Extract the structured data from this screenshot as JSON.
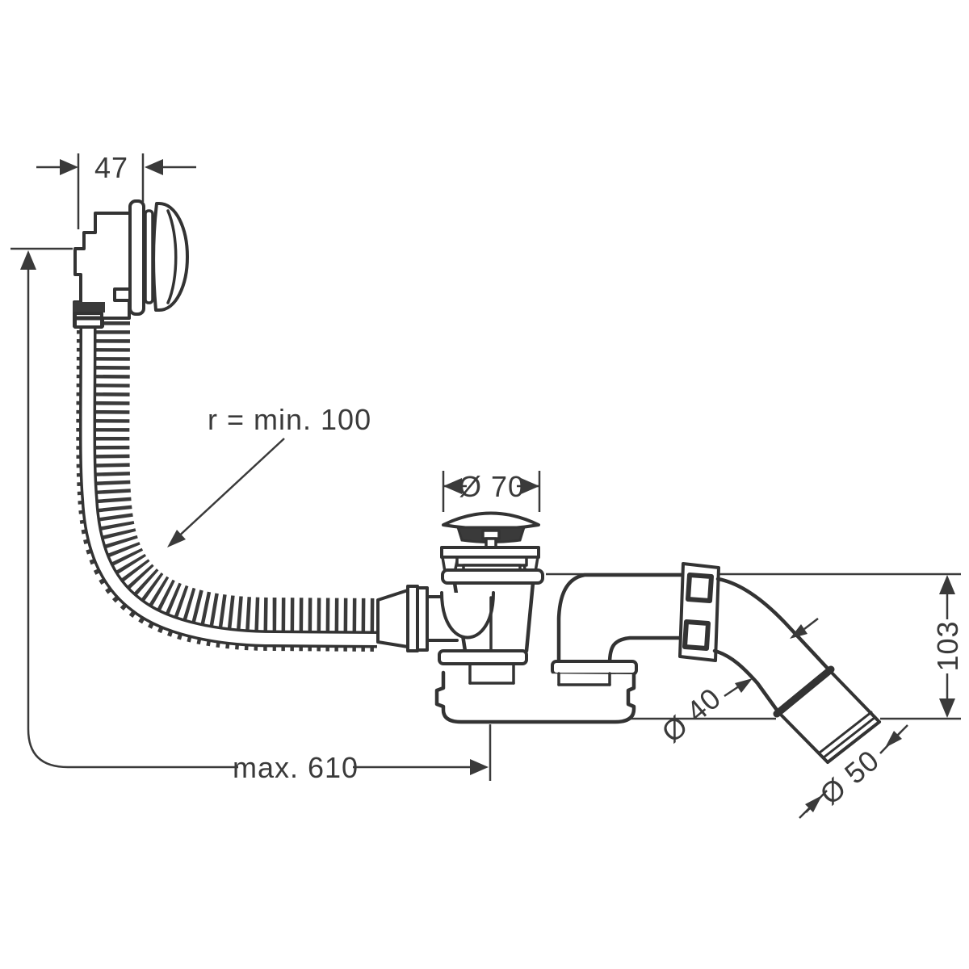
{
  "diagram": {
    "kind": "technical-line-drawing",
    "colors": {
      "line": "#333333",
      "background": "#ffffff",
      "label": "#3a3a3a"
    },
    "dimensions": {
      "overflow_depth": "47",
      "hose_bend_radius": "r = min. 100",
      "plug_diameter": "Ø 70",
      "outlet_height": "103",
      "pipe_diameter": "Ø 40",
      "socket_diameter": "Ø 50",
      "max_length": "max. 610"
    }
  }
}
